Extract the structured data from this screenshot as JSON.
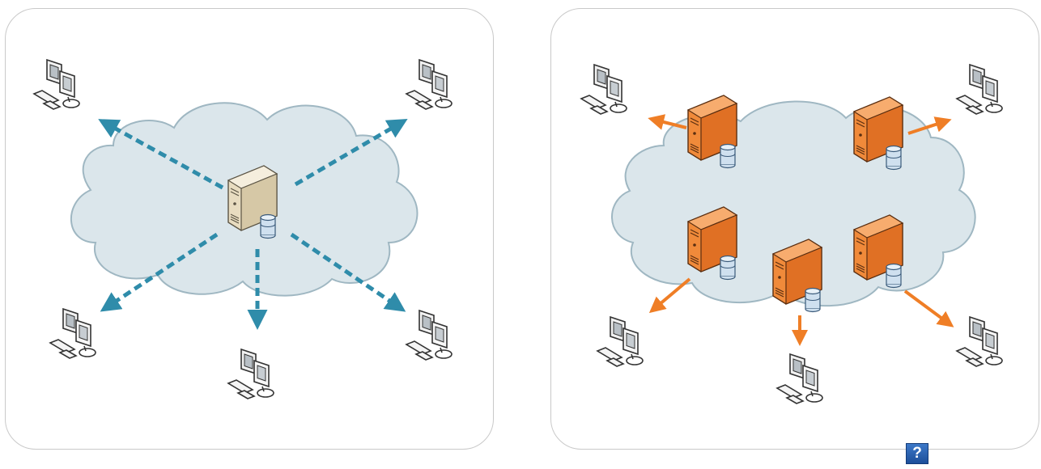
{
  "colors": {
    "cloud_fill": "#dbe6eb",
    "cloud_stroke": "#9fb7c2",
    "central_arrow": "#2f8caa",
    "distributed_arrow": "#ef7e26",
    "server_beige": "#e8dcc0",
    "server_orange": "#f08a3a"
  },
  "icons": {
    "client": "workstation-computer-icon",
    "central_server": "beige-database-server-icon",
    "distributed_server": "orange-database-server-icon",
    "help": "question-mark-icon"
  },
  "left_diagram": {
    "clients": 5,
    "servers": 1,
    "arrow_style": "dashed"
  },
  "right_diagram": {
    "clients": 5,
    "servers": 5,
    "arrow_style": "solid"
  },
  "help_button": {
    "label": "?"
  }
}
